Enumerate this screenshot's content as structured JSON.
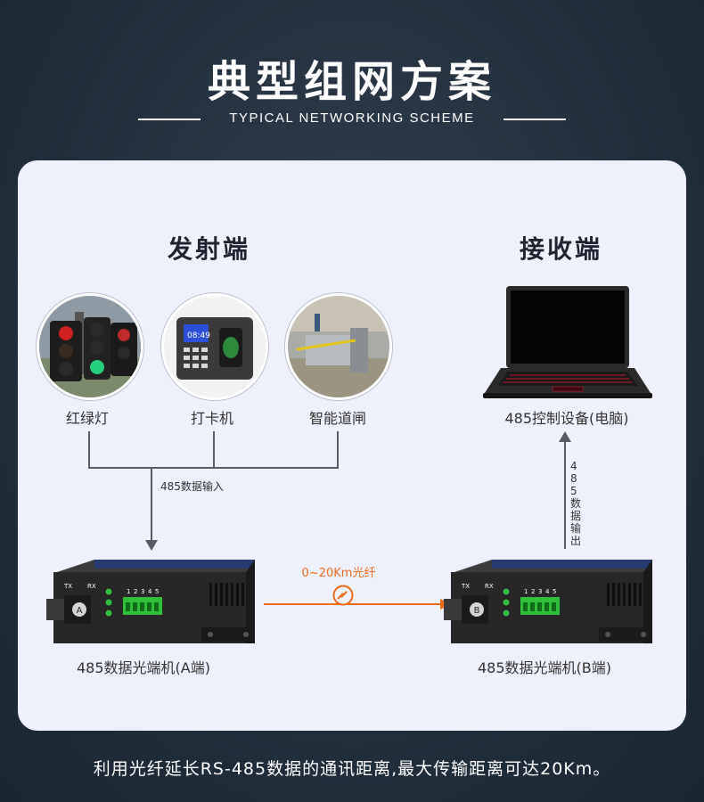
{
  "header": {
    "title": "典型组网方案",
    "subtitle": "TYPICAL NETWORKING SCHEME"
  },
  "sender": {
    "heading": "发射端",
    "devices": [
      {
        "label": "红绿灯",
        "icon": "traffic-light-icon"
      },
      {
        "label": "打卡机",
        "icon": "time-clock-icon"
      },
      {
        "label": "智能道闸",
        "icon": "gate-barrier-icon"
      }
    ],
    "input_label": "485数据输入"
  },
  "receiver": {
    "heading": "接收端",
    "device_label": "485控制设备(电脑)",
    "output_label": "485数据输出"
  },
  "link": {
    "fiber_label": "0~20Km光纤"
  },
  "units": [
    {
      "label": "485数据光端机(A端)",
      "badge": "A",
      "tx": "TX",
      "rx": "RX",
      "pins": [
        "1",
        "2",
        "3",
        "4",
        "5"
      ]
    },
    {
      "label": "485数据光端机(B端)",
      "badge": "B",
      "tx": "TX",
      "rx": "RX",
      "pins": [
        "1",
        "2",
        "3",
        "4",
        "5"
      ]
    }
  ],
  "clock_display": "08:49",
  "footer": {
    "text": "利用光纤延长RS-485数据的通讯距离,最大传输距离可达20Km。"
  },
  "colors": {
    "background": "#243140",
    "card": "#eef1fb",
    "fiber": "#f06a1a",
    "connector_green": "#2fbf3c"
  }
}
